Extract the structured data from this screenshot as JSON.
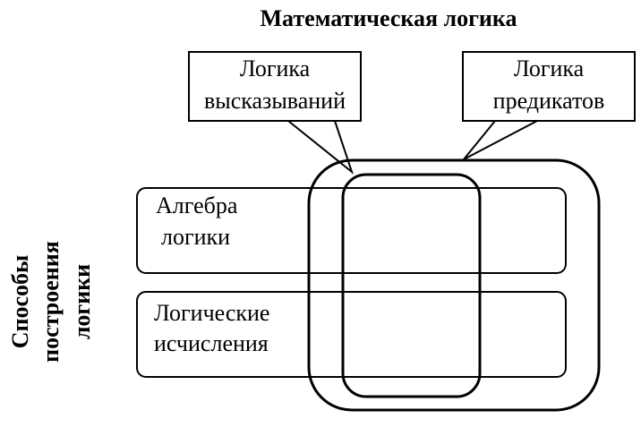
{
  "title": "Математическая логика",
  "callouts": {
    "propositional": {
      "line1": "Логика",
      "line2": "высказываний"
    },
    "predicate": {
      "line1": "Логика",
      "line2": "предикатов"
    }
  },
  "rows": {
    "algebra": {
      "line1": "Алгебра",
      "line2": "логики"
    },
    "calculus": {
      "line1": "Логические",
      "line2": "исчисления"
    }
  },
  "side_label": {
    "line1": "Способы",
    "line2": "построения",
    "line3": "логики"
  }
}
